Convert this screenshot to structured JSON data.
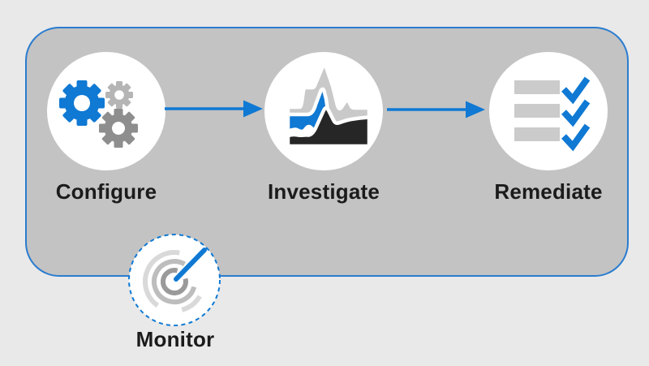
{
  "diagram": {
    "type": "process-flow",
    "steps": [
      {
        "label": "Configure",
        "icon": "gears-icon"
      },
      {
        "label": "Investigate",
        "icon": "area-chart-icon"
      },
      {
        "label": "Remediate",
        "icon": "checklist-icon"
      }
    ],
    "arrows": [
      {
        "from": "Configure",
        "to": "Investigate"
      },
      {
        "from": "Investigate",
        "to": "Remediate"
      }
    ],
    "monitor": {
      "label": "Monitor",
      "icon": "radar-gauge-icon"
    }
  },
  "colors": {
    "accent": "#0f79d4",
    "page_bg": "#e9e9e9",
    "panel_bg": "#c3c3c3",
    "panel_border": "#2a7ccf",
    "circle_bg": "#ffffff",
    "label_text": "#1b1b1b",
    "gear_light": "#b5b5b5",
    "gear_dark": "#8e8e8e",
    "chart_light": "#c9c9c9",
    "chart_dark": "#262626",
    "list_bar": "#cbcbcb",
    "arc_inner": "#9a9a9a",
    "arc_middle": "#bdbdbd",
    "arc_outer": "#d9d9d9"
  }
}
